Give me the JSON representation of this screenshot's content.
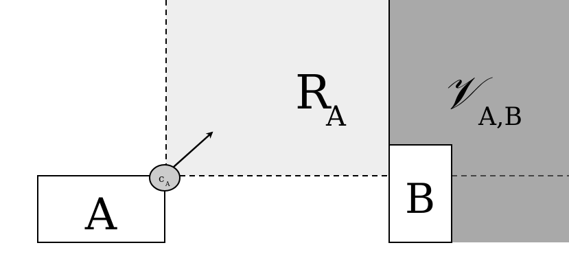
{
  "labels": {
    "box_a": "A",
    "box_b": "B",
    "region_main": "R",
    "region_sub": "A",
    "v_main": "𝒱",
    "v_sub": "A,B",
    "corner_main": "c",
    "corner_sub": "A"
  },
  "colors": {
    "region_r": "#eeeeee",
    "region_v": "#a9a9a9",
    "box_fill": "#ffffff",
    "stroke": "#000000",
    "corner_fill": "#cccccc",
    "dash_in_v": "#444444"
  }
}
